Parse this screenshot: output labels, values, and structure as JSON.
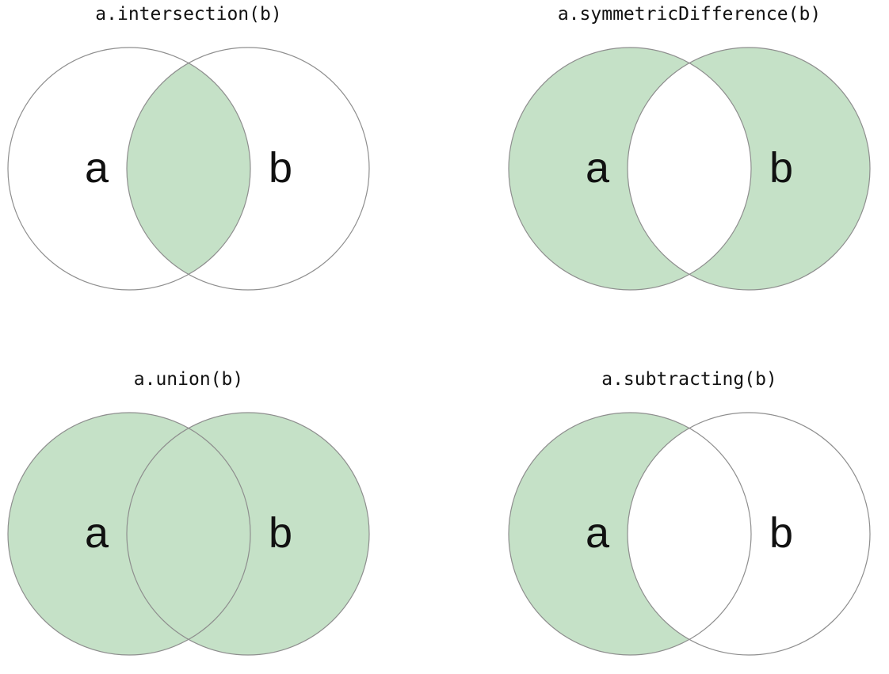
{
  "colors": {
    "shaded_fill": "#c5e1c7",
    "circle_outline": "#8e8e8e",
    "title_text": "#111111",
    "label_text": "#111111",
    "page_background": "#ffffff"
  },
  "diagrams": [
    {
      "title": "a.intersection(b)",
      "operation": "intersection",
      "shaded_region": "overlap of a and b",
      "label_a": "a",
      "label_b": "b"
    },
    {
      "title": "a.symmetricDifference(b)",
      "operation": "symmetric-difference",
      "shaded_region": "a and b excluding overlap",
      "label_a": "a",
      "label_b": "b"
    },
    {
      "title": "a.union(b)",
      "operation": "union",
      "shaded_region": "all of a and b",
      "label_a": "a",
      "label_b": "b"
    },
    {
      "title": "a.subtracting(b)",
      "operation": "subtracting",
      "shaded_region": "a excluding overlap with b",
      "label_a": "a",
      "label_b": "b"
    }
  ]
}
